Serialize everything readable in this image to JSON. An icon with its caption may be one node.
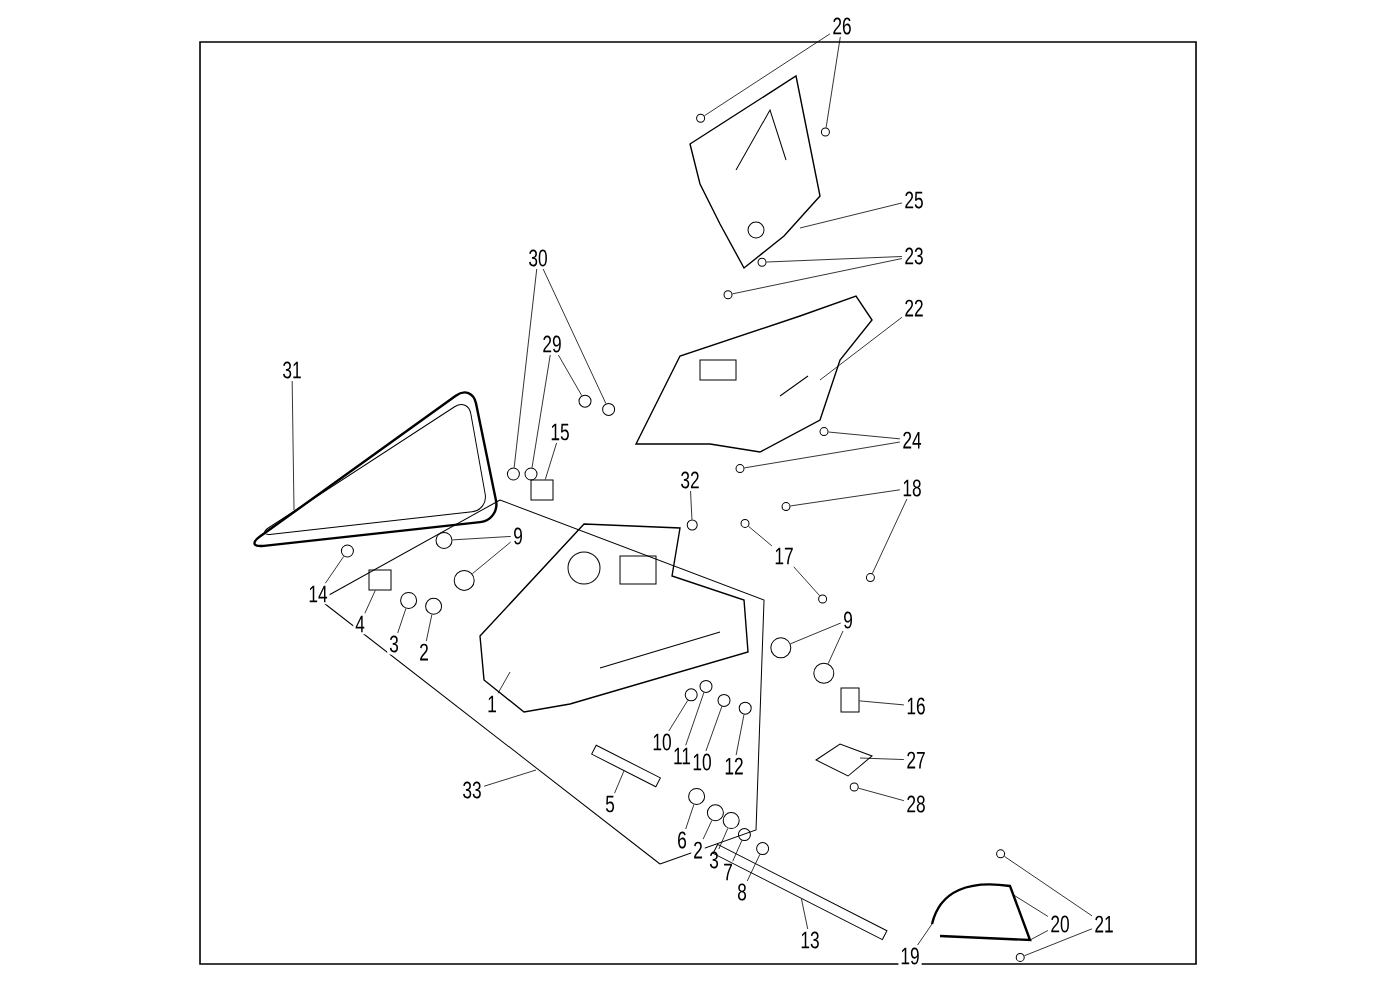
{
  "diagram": {
    "nodes": [
      {
        "text": [
          "26"
        ]
      },
      {
        "text": [
          "25"
        ]
      },
      {
        "text": [
          "23"
        ]
      },
      {
        "text": [
          "30"
        ]
      },
      {
        "text": [
          "22"
        ]
      },
      {
        "text": [
          "29"
        ]
      },
      {
        "text": [
          "31"
        ]
      },
      {
        "text": [
          "15"
        ]
      },
      {
        "text": [
          "24"
        ]
      },
      {
        "text": [
          "32"
        ]
      },
      {
        "text": [
          "18"
        ]
      },
      {
        "text": [
          "9"
        ]
      },
      {
        "text": [
          "17"
        ]
      },
      {
        "text": [
          "14"
        ]
      },
      {
        "text": [
          "9"
        ]
      },
      {
        "text": [
          "4"
        ]
      },
      {
        "text": [
          "3"
        ]
      },
      {
        "text": [
          "2"
        ]
      },
      {
        "text": [
          "1"
        ]
      },
      {
        "text": [
          "16"
        ]
      },
      {
        "text": [
          "10"
        ]
      },
      {
        "text": [
          "11"
        ]
      },
      {
        "text": [
          "10"
        ]
      },
      {
        "text": [
          "12"
        ]
      },
      {
        "text": [
          "27"
        ]
      },
      {
        "text": [
          "33"
        ]
      },
      {
        "text": [
          "5"
        ]
      },
      {
        "text": [
          "28"
        ]
      },
      {
        "text": [
          "6"
        ]
      },
      {
        "text": [
          "2"
        ]
      },
      {
        "text": [
          "3"
        ]
      },
      {
        "text": [
          "7"
        ]
      },
      {
        "text": [
          "8"
        ]
      },
      {
        "text": [
          "20"
        ]
      },
      {
        "text": [
          "21"
        ]
      },
      {
        "text": [
          "13"
        ]
      },
      {
        "text": [
          "19"
        ]
      },
      {
        "text": [],
        "shape": "circle"
      },
      {
        "text": [],
        "shape": "circle"
      },
      {
        "text": [],
        "shape": "circle"
      },
      {
        "text": [],
        "shape": "circle"
      },
      {
        "text": [],
        "shape": "circle"
      },
      {
        "text": [],
        "shape": "circle"
      },
      {
        "text": [],
        "shape": "circle"
      },
      {
        "text": [],
        "shape": "circle"
      },
      {
        "text": [],
        "shape": "box"
      },
      {
        "text": [],
        "shape": "circle"
      },
      {
        "text": [],
        "shape": "circle"
      },
      {
        "text": [],
        "shape": "circle"
      },
      {
        "text": [],
        "shape": "circle"
      },
      {
        "text": [],
        "shape": "circle"
      },
      {
        "text": [],
        "shape": "circle"
      },
      {
        "text": [],
        "shape": "circle"
      },
      {
        "text": [],
        "shape": "circle"
      },
      {
        "text": [],
        "shape": "circle"
      },
      {
        "text": [],
        "shape": "circle"
      },
      {
        "text": [],
        "shape": "circle"
      },
      {
        "text": [],
        "shape": "circle"
      },
      {
        "text": [],
        "shape": "box"
      },
      {
        "text": [],
        "shape": "circle"
      },
      {
        "text": [],
        "shape": "circle"
      },
      {
        "text": [],
        "shape": "box"
      },
      {
        "text": [],
        "shape": "circle"
      },
      {
        "text": [],
        "shape": "circle"
      },
      {
        "text": [],
        "shape": "circle"
      },
      {
        "text": [],
        "shape": "circle"
      },
      {
        "text": [],
        "shape": "bar"
      },
      {
        "text": [],
        "shape": "circle"
      },
      {
        "text": [],
        "shape": "circle"
      },
      {
        "text": [],
        "shape": "circle"
      },
      {
        "text": [],
        "shape": "circle"
      },
      {
        "text": [],
        "shape": "circle"
      },
      {
        "text": [],
        "shape": "circle"
      },
      {
        "text": [],
        "shape": "circle"
      },
      {
        "text": [],
        "shape": "circle"
      },
      {
        "text": [],
        "shape": "bar"
      },
      {
        "text": [],
        "shape": "picture"
      },
      {
        "text": [],
        "shape": "picture"
      },
      {
        "text": [],
        "shape": "picture"
      },
      {
        "text": [],
        "shape": "picture"
      },
      {
        "text": [],
        "shape": "picture"
      },
      {
        "text": [],
        "shape": "picture"
      }
    ],
    "edges": [
      {
        "from": 0,
        "to": 37,
        "arrow": "none"
      },
      {
        "from": 0,
        "to": 38,
        "arrow": "none"
      },
      {
        "from": 1,
        "to": 76,
        "arrow": "none"
      },
      {
        "from": 2,
        "to": 39,
        "arrow": "none"
      },
      {
        "from": 2,
        "to": 40,
        "arrow": "none"
      },
      {
        "from": 3,
        "to": 41,
        "arrow": "none"
      },
      {
        "from": 3,
        "to": 42,
        "arrow": "none"
      },
      {
        "from": 4,
        "to": 77,
        "arrow": "none"
      },
      {
        "from": 5,
        "to": 43,
        "arrow": "none"
      },
      {
        "from": 5,
        "to": 44,
        "arrow": "none"
      },
      {
        "from": 6,
        "to": 78,
        "arrow": "none"
      },
      {
        "from": 7,
        "to": 45,
        "arrow": "none"
      },
      {
        "from": 8,
        "to": 46,
        "arrow": "none"
      },
      {
        "from": 8,
        "to": 47,
        "arrow": "none"
      },
      {
        "from": 9,
        "to": 48,
        "arrow": "none"
      },
      {
        "from": 10,
        "to": 49,
        "arrow": "none"
      },
      {
        "from": 10,
        "to": 50,
        "arrow": "none"
      },
      {
        "from": 11,
        "to": 51,
        "arrow": "none"
      },
      {
        "from": 11,
        "to": 52,
        "arrow": "none"
      },
      {
        "from": 12,
        "to": 53,
        "arrow": "none"
      },
      {
        "from": 12,
        "to": 54,
        "arrow": "none"
      },
      {
        "from": 13,
        "to": 55,
        "arrow": "none"
      },
      {
        "from": 14,
        "to": 56,
        "arrow": "none"
      },
      {
        "from": 14,
        "to": 57,
        "arrow": "none"
      },
      {
        "from": 15,
        "to": 58,
        "arrow": "none"
      },
      {
        "from": 16,
        "to": 59,
        "arrow": "none"
      },
      {
        "from": 17,
        "to": 60,
        "arrow": "none"
      },
      {
        "from": 18,
        "to": 79,
        "arrow": "none"
      },
      {
        "from": 19,
        "to": 61,
        "arrow": "none"
      },
      {
        "from": 20,
        "to": 62,
        "arrow": "none"
      },
      {
        "from": 21,
        "to": 63,
        "arrow": "none"
      },
      {
        "from": 22,
        "to": 64,
        "arrow": "none"
      },
      {
        "from": 23,
        "to": 65,
        "arrow": "none"
      },
      {
        "from": 24,
        "to": 80,
        "arrow": "none"
      },
      {
        "from": 25,
        "to": null,
        "arrow": "none"
      },
      {
        "from": 26,
        "to": 66,
        "arrow": "none"
      },
      {
        "from": 27,
        "to": 67,
        "arrow": "none"
      },
      {
        "from": 28,
        "to": 68,
        "arrow": "none"
      },
      {
        "from": 29,
        "to": 69,
        "arrow": "none"
      },
      {
        "from": 30,
        "to": 70,
        "arrow": "none"
      },
      {
        "from": 31,
        "to": 71,
        "arrow": "none"
      },
      {
        "from": 32,
        "to": 72,
        "arrow": "none"
      },
      {
        "from": 33,
        "to": 81,
        "arrow": "none"
      },
      {
        "from": 33,
        "to": 81,
        "arrow": "none"
      },
      {
        "from": 34,
        "to": 73,
        "arrow": "none"
      },
      {
        "from": 34,
        "to": 74,
        "arrow": "none"
      },
      {
        "from": 35,
        "to": 75,
        "arrow": "none"
      },
      {
        "from": 36,
        "to": 81,
        "arrow": "none"
      }
    ]
  }
}
